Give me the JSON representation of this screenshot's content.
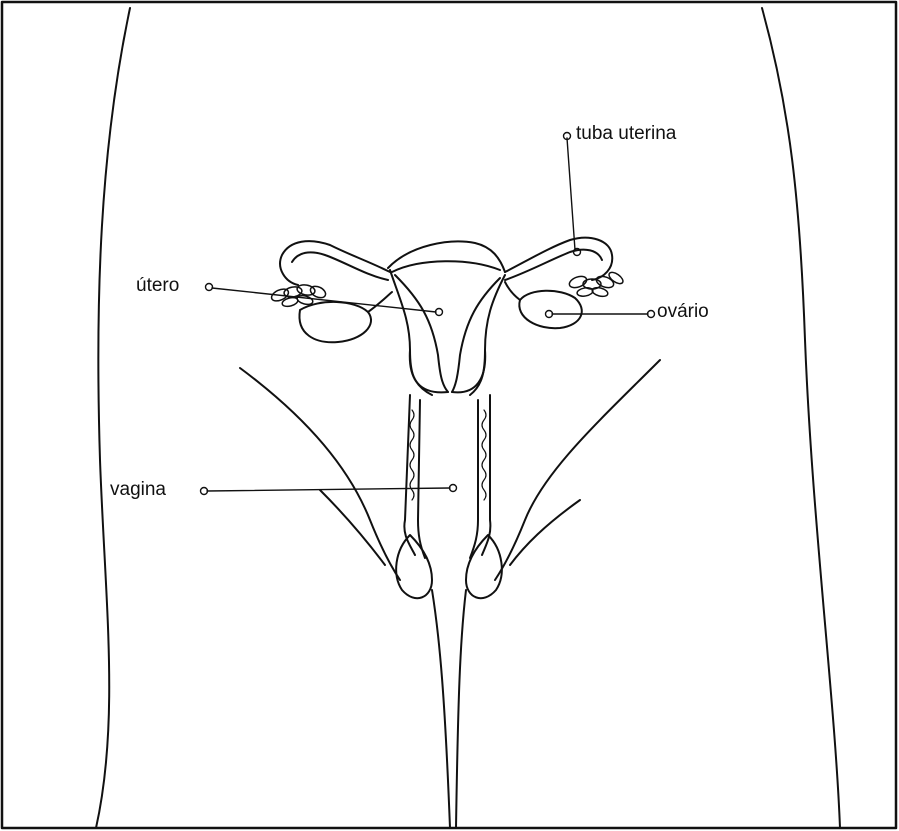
{
  "diagram": {
    "labels": {
      "tuba": "tuba uterina",
      "utero": "útero",
      "ovario": "ovário",
      "vagina": "vagina"
    },
    "colors": {
      "line": "#111111",
      "background": "#ffffff"
    }
  }
}
